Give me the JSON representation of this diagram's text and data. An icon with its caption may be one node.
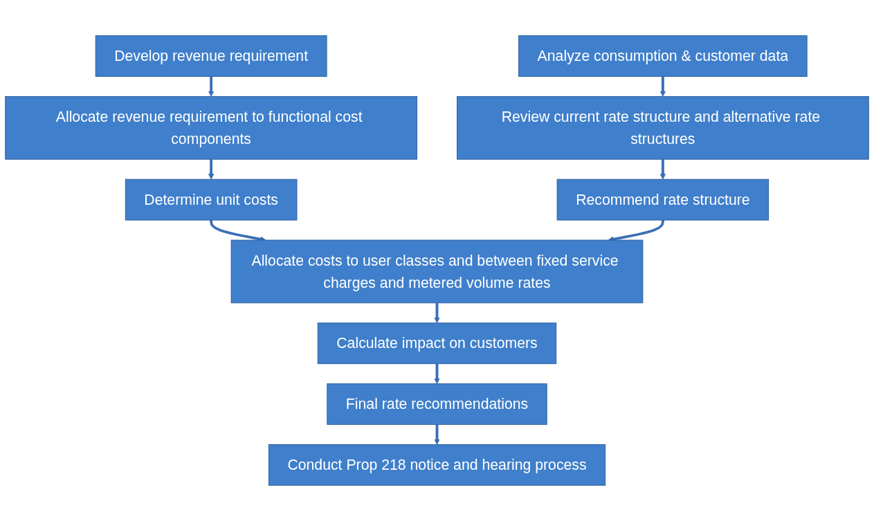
{
  "diagram": {
    "nodes": [
      {
        "text": [
          "Develop revenue requirement"
        ]
      },
      {
        "text": [
          "Analyze consumption & customer data"
        ]
      },
      {
        "text": [
          "Allocate revenue requirement to functional cost components"
        ]
      },
      {
        "text": [
          "Review current rate structure and alternative rate structures"
        ]
      },
      {
        "text": [
          "Determine unit costs"
        ]
      },
      {
        "text": [
          "Recommend rate structure"
        ]
      },
      {
        "text": [
          "Allocate costs to user classes and between fixed service charges and metered volume rates"
        ]
      },
      {
        "text": [
          "Calculate impact on customers"
        ]
      },
      {
        "text": [
          "Final rate recommendations"
        ]
      },
      {
        "text": [
          "Conduct Prop 218 notice and hearing process"
        ]
      }
    ],
    "edges": [
      {
        "from": 0,
        "to": 2,
        "arrow": "to"
      },
      {
        "from": 2,
        "to": 4,
        "arrow": "to"
      },
      {
        "from": 4,
        "to": 6,
        "arrow": "to"
      },
      {
        "from": 1,
        "to": 3,
        "arrow": "to"
      },
      {
        "from": 3,
        "to": 5,
        "arrow": "to"
      },
      {
        "from": 5,
        "to": 6,
        "arrow": "to"
      },
      {
        "from": 6,
        "to": 7,
        "arrow": "to"
      },
      {
        "from": 7,
        "to": 8,
        "arrow": "to"
      },
      {
        "from": 8,
        "to": 9,
        "arrow": "to"
      }
    ]
  }
}
